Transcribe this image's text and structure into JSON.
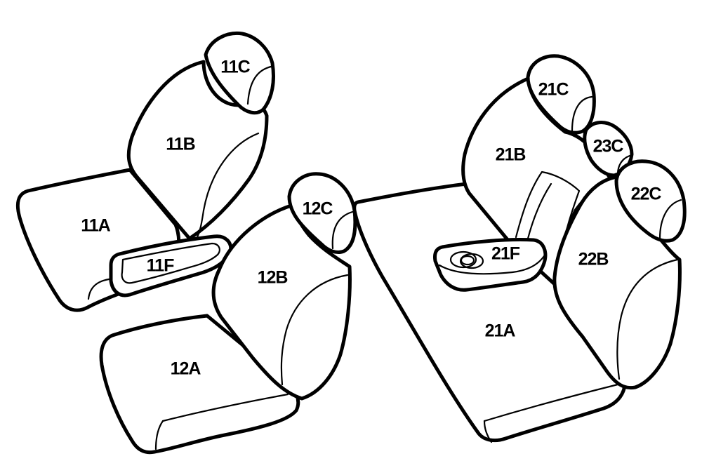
{
  "labels": {
    "p11A": "11A",
    "p11B": "11B",
    "p11C": "11C",
    "p11F": "11F",
    "p12A": "12A",
    "p12B": "12B",
    "p12C": "12C",
    "p21A": "21A",
    "p21B": "21B",
    "p21C": "21C",
    "p21F": "21F",
    "p22B": "22B",
    "p22C": "22C",
    "p23C": "23C"
  }
}
